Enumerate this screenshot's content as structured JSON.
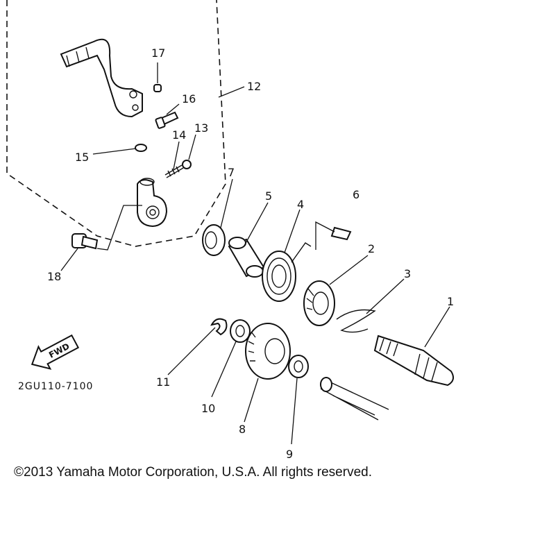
{
  "labels": {
    "p1": "1",
    "p2": "2",
    "p3": "3",
    "p4": "4",
    "p5": "5",
    "p6": "6",
    "p7": "7",
    "p8": "8",
    "p9": "9",
    "p10": "10",
    "p11": "11",
    "p12": "12",
    "p13": "13",
    "p14": "14",
    "p15": "15",
    "p16": "16",
    "p17": "17",
    "p18": "18"
  },
  "direction_label": "FWD",
  "diagram_code": "2GU110-7100",
  "copyright": "©2013 Yamaha Motor Corporation, U.S.A. All rights reserved."
}
